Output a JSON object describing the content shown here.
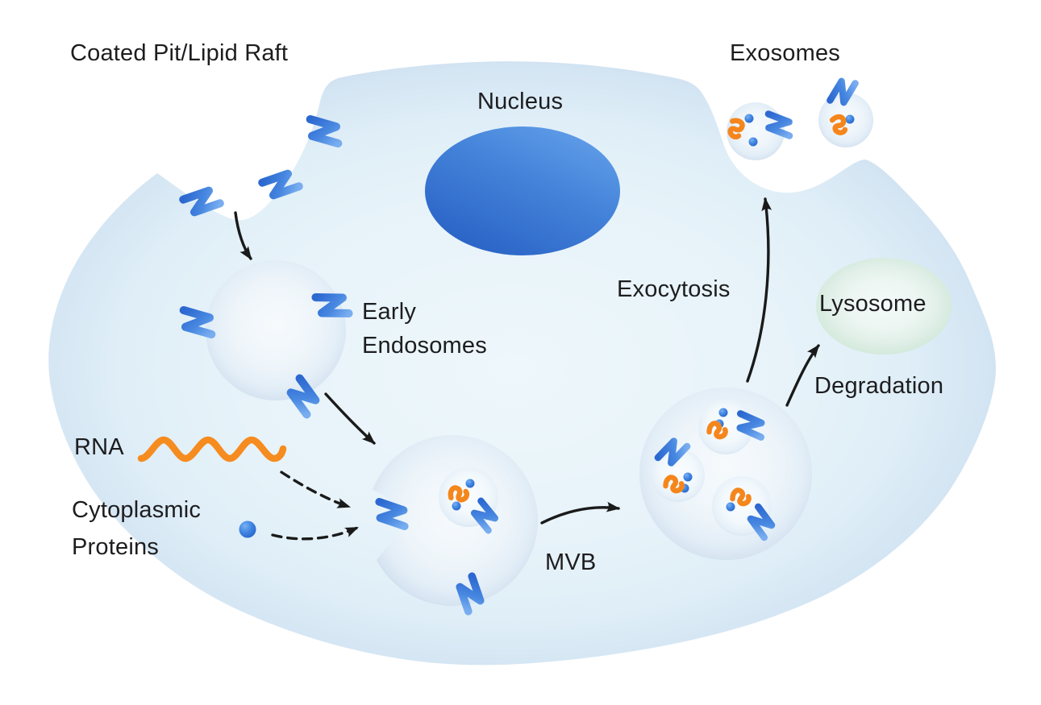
{
  "diagram": {
    "type": "cell-biology-diagram",
    "subject": "Exosome biogenesis and release pathway"
  },
  "labels": {
    "coated_pit": "Coated Pit/Lipid Raft",
    "nucleus": "Nucleus",
    "exosomes": "Exosomes",
    "early_endosomes": {
      "line1": "Early",
      "line2": "Endosomes"
    },
    "rna": "RNA",
    "cytoplasmic_proteins": {
      "line1": "Cytoplasmic",
      "line2": "Proteins"
    },
    "mvb": "MVB",
    "exocytosis": "Exocytosis",
    "lysosome": "Lysosome",
    "degradation": "Degradation"
  },
  "icons": {
    "receptor": "blue-zigzag-transmembrane-receptor",
    "rna_strand": "orange-wavy-rna-strand",
    "protein_dot": "blue-sphere-protein",
    "arrow": "black-curved-arrow",
    "dashed_arrow": "black-dashed-curved-arrow"
  },
  "colors": {
    "background": "#ffffff",
    "cell_interior": "#e9f4fa",
    "cell_edge": "#c3d6ea",
    "nucleus_light": "#63a0ea",
    "nucleus_dark": "#2760c4",
    "lysosome_rim": "#c6e0d0",
    "vesicle_rim": "#d4e3f1",
    "receptor_blue": "#4787e0",
    "rna_orange": "#f68b1f",
    "protein_blue": "#3b7fdd",
    "arrow_black": "#1a1a1a",
    "text": "#1d1d1f"
  }
}
